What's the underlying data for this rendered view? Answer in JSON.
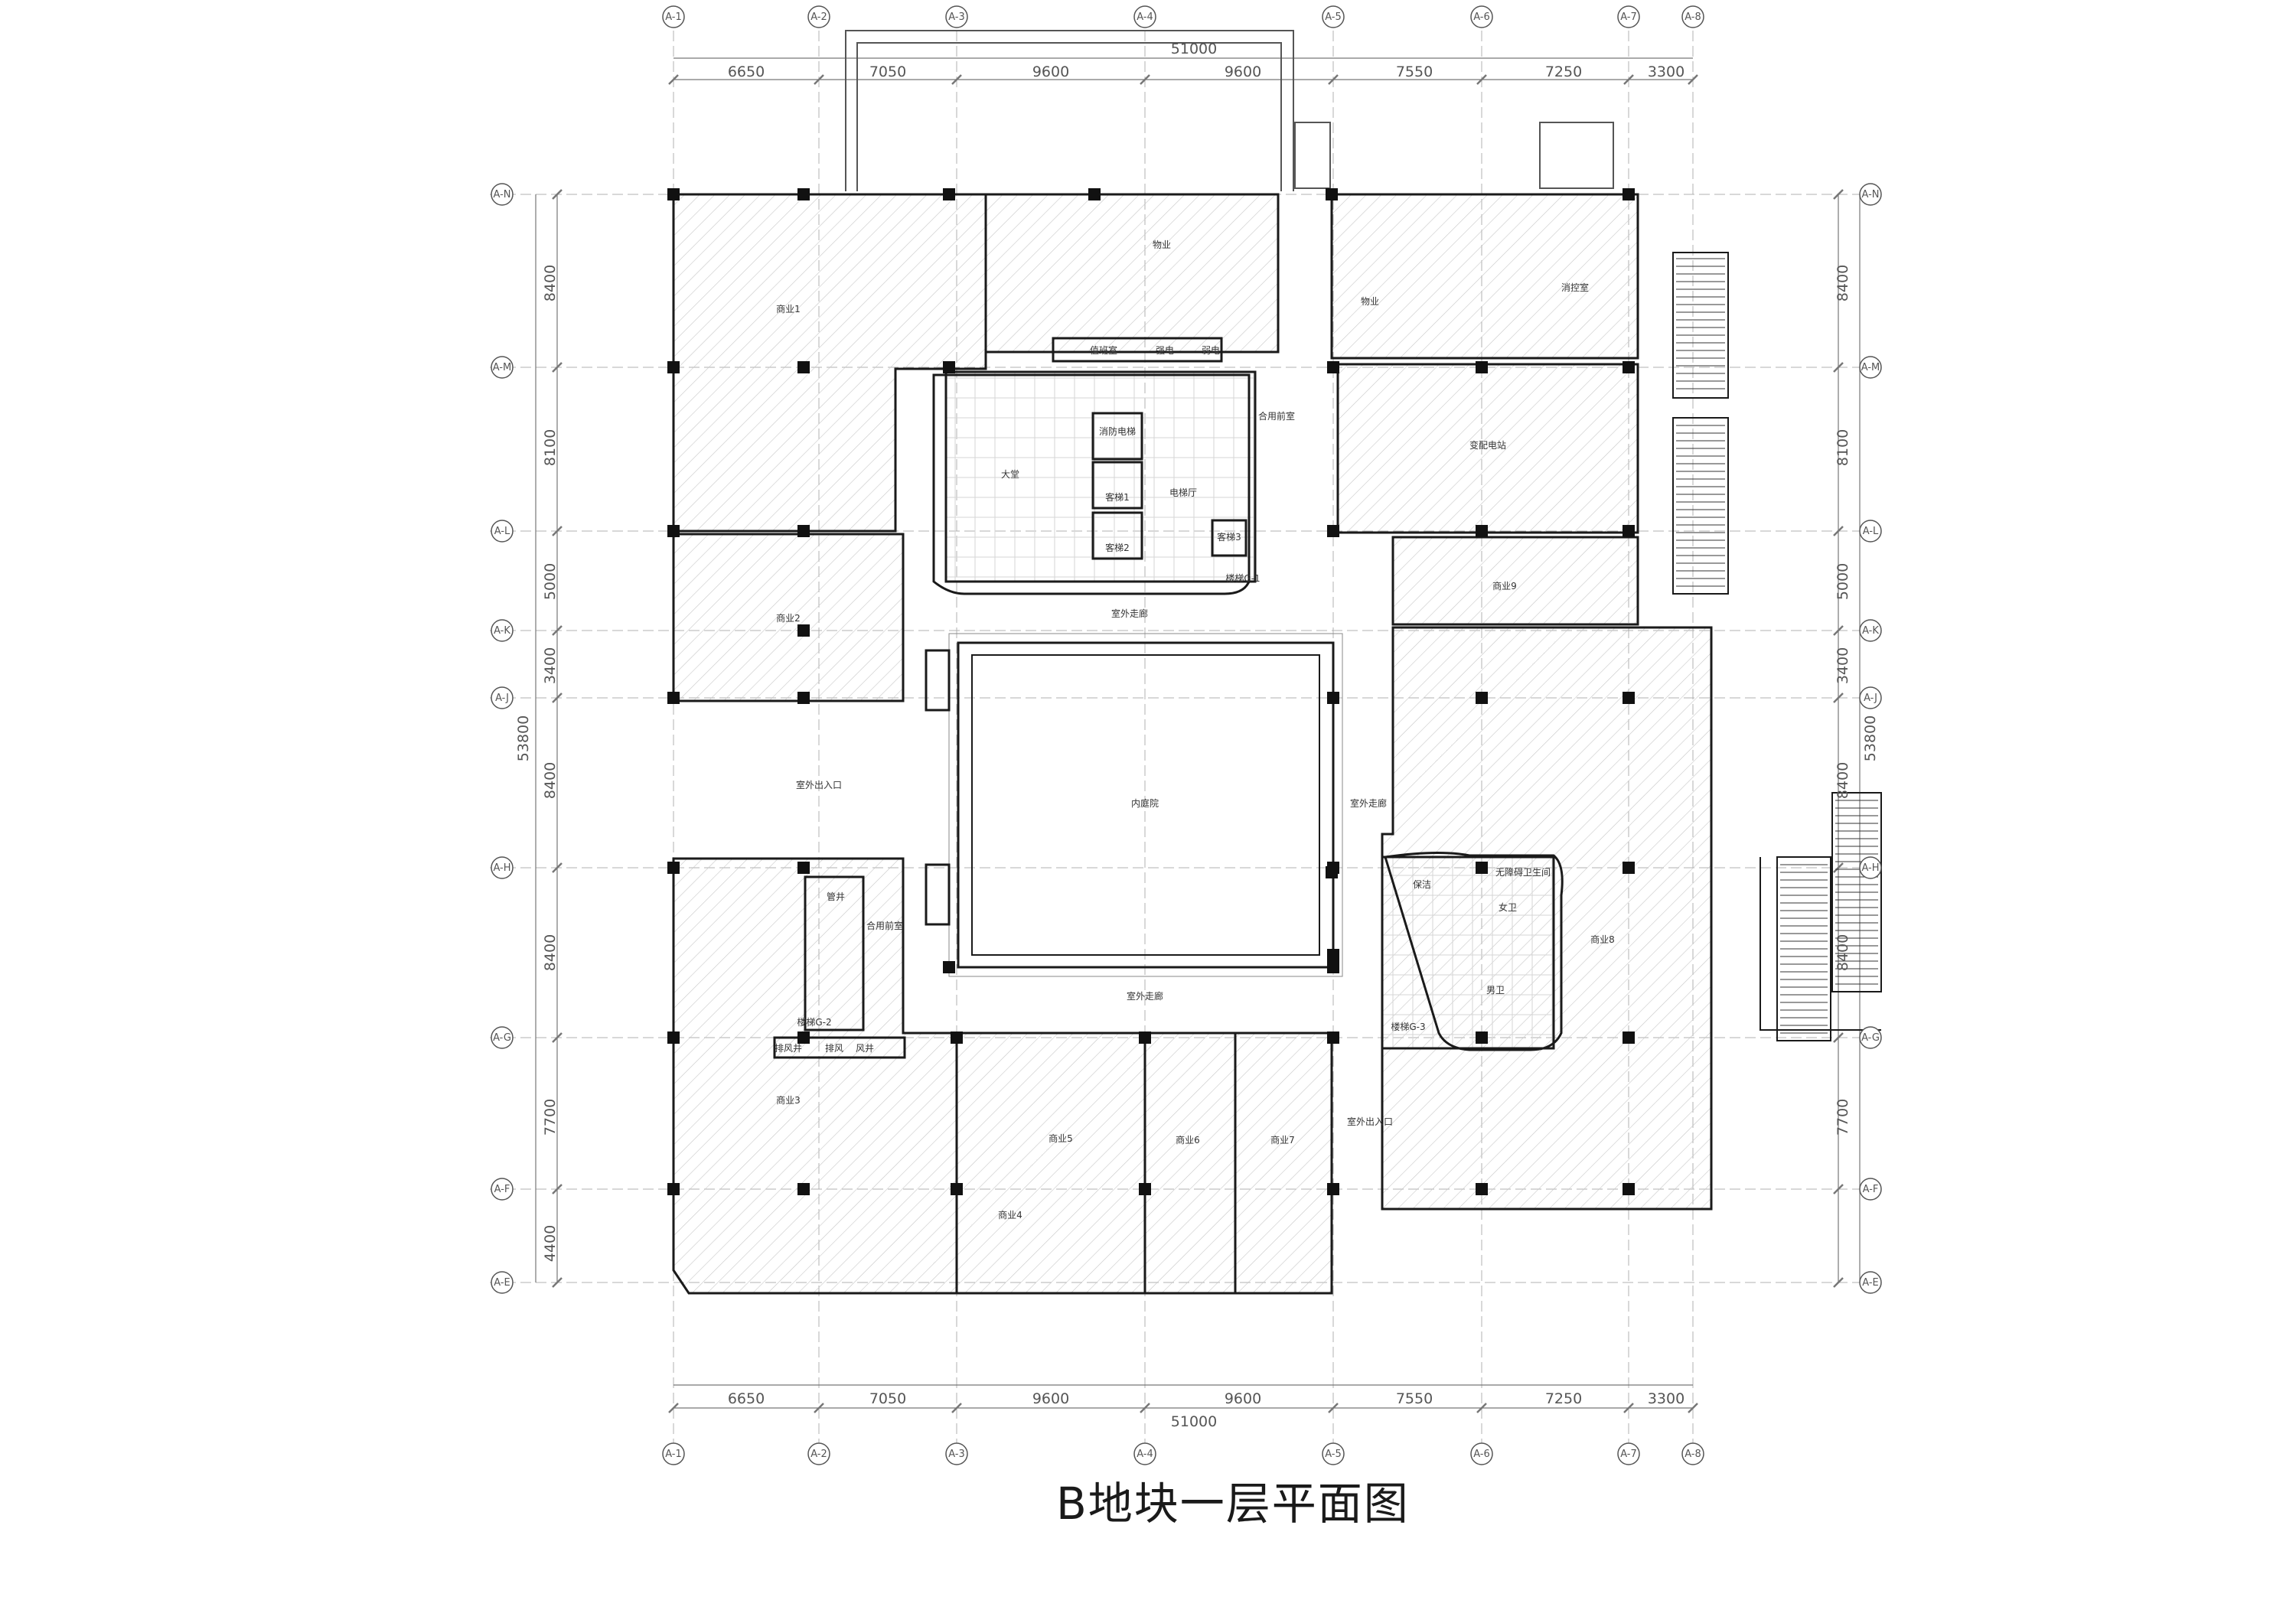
{
  "title": "B地块一层平面图",
  "dimensions": {
    "top_overall": "51000",
    "bottom_overall": "51000",
    "top_segments": [
      "6650",
      "7050",
      "9600",
      "9600",
      "7550",
      "7250",
      "3300"
    ],
    "bottom_segments": [
      "6650",
      "7050",
      "9600",
      "9600",
      "7550",
      "7250",
      "3300"
    ],
    "left_overall": "53800",
    "right_overall": "53800",
    "left_segments": [
      "8400",
      "8100",
      "5000",
      "3400",
      "8400",
      "8400",
      "7700",
      "4400"
    ],
    "right_segments": [
      "8400",
      "8100",
      "5000",
      "3400",
      "8400",
      "8400",
      "7700"
    ]
  },
  "axis_labels": {
    "top": [
      "A-1",
      "A-2",
      "A-3",
      "A-4",
      "A-5",
      "A-6",
      "A-7",
      "A-8"
    ],
    "bottom": [
      "A-1",
      "A-2",
      "A-3",
      "A-4",
      "A-5",
      "A-6",
      "A-7",
      "A-8"
    ],
    "left": [
      "A-N",
      "A-M",
      "A-L",
      "A-K",
      "A-J",
      "A-H",
      "A-G",
      "A-F",
      "A-E"
    ],
    "right": [
      "A-N",
      "A-M",
      "A-L",
      "A-K",
      "A-J",
      "A-H",
      "A-G",
      "A-F",
      "A-E"
    ]
  },
  "rooms": {
    "shop1": "商业1",
    "shop2": "商业2",
    "shop3": "商业3",
    "shop4": "商业4",
    "shop5": "商业5",
    "shop6": "商业6",
    "shop7": "商业7",
    "shop8": "商业8",
    "shop9": "商业9",
    "property_top": "物业",
    "property_small": "物业",
    "fire_control": "消控室",
    "lobby": "大堂",
    "elevator_hall": "电梯厅",
    "courtyard": "内庭院",
    "substation": "变配电站",
    "outdoor_corridor_top": "室外走廊",
    "outdoor_corridor_right": "室外走廊",
    "outdoor_corridor_bottom": "室外走廊",
    "outdoor_entry_left": "室外出入口",
    "outdoor_entry_right": "室外出入口",
    "fire_anteroom": "合用前室",
    "fire_anteroom_2": "合用前室",
    "stair_1": "楼梯G-1",
    "stair_2": "楼梯G-2",
    "stair_3": "楼梯G-3",
    "passenger_elev_1": "客梯1",
    "passenger_elev_2": "客梯2",
    "passenger_elev_3": "客梯3",
    "accessible_toilet": "无障碍卫生间",
    "strong_elec": "强电",
    "weak_elec": "弱电",
    "fire_elev": "消防电梯",
    "exhaust": "排风井",
    "smoke": "排风",
    "wind": "风井",
    "duty_room": "值班室",
    "cleaning": "保洁",
    "toilet_f": "女卫",
    "toilet_m": "男卫",
    "pipe": "管井"
  },
  "colors": {
    "wall": "#1a1a1a",
    "hatch": "#bdbdbd",
    "column": "#111111",
    "axis_line": "#9a9a9a",
    "dim_line": "#777777"
  }
}
